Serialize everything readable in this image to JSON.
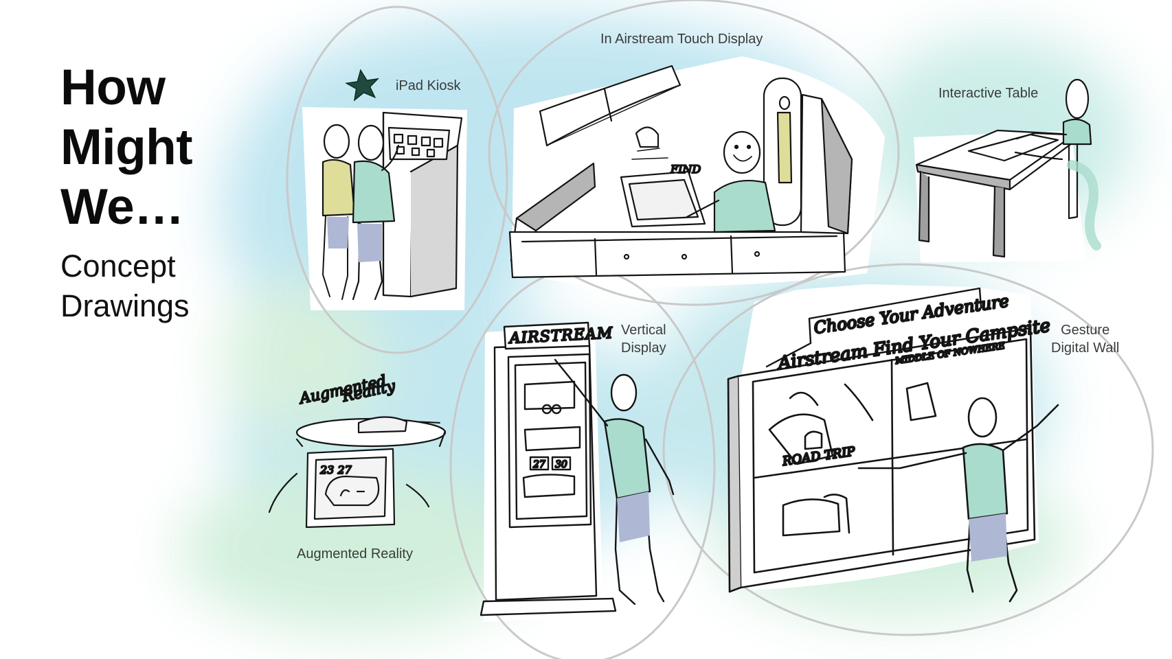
{
  "slide": {
    "title_lines": [
      "How",
      "Might",
      "We…"
    ],
    "subtitle_lines": [
      "Concept",
      "Drawings"
    ]
  },
  "concepts": [
    {
      "id": "ipad-kiosk",
      "label": "iPad Kiosk",
      "starred": true
    },
    {
      "id": "in-airstream-touch-display",
      "label": "In Airstream Touch Display"
    },
    {
      "id": "interactive-table",
      "label": "Interactive Table"
    },
    {
      "id": "augmented-reality",
      "label": "Augmented Reality"
    },
    {
      "id": "vertical-display",
      "label_lines": [
        "Vertical",
        "Display"
      ]
    },
    {
      "id": "gesture-digital-wall",
      "label_lines": [
        "Gesture",
        "Digital Wall"
      ]
    }
  ],
  "sketch_text": {
    "airstream_sign": "AIRSTREAM",
    "wall_headline_1": "Choose Your Adventure",
    "wall_headline_2": "Airstream Find Your Campsite",
    "wall_panel_1": "ROAD TRIP",
    "wall_panel_2": "MIDDLE OF NOWHERE",
    "ar_title_1": "Augmented",
    "ar_title_2": "Reality",
    "ar_screen_numbers": "23 27",
    "vertical_numbers": "27 30",
    "table_screen_text": "FIND"
  },
  "colors": {
    "wash_blue": "#b9e3ef",
    "wash_green": "#cdeed8",
    "figure_green": "#a9dccc",
    "figure_yellow": "#dedd9a",
    "jeans": "#aeb7d3",
    "circle_stroke": "#c9c9c9",
    "ink": "#141414",
    "marker_grey": "#b5b5b5"
  }
}
